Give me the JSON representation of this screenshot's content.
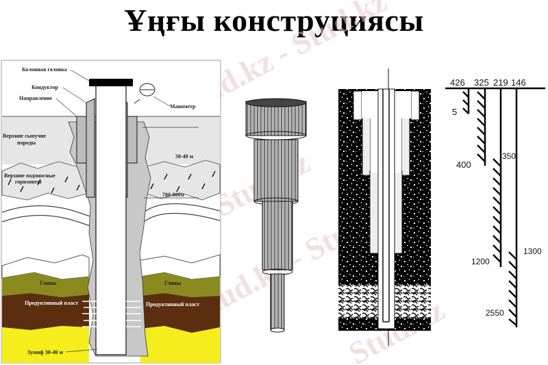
{
  "title": "Ұңғы конструциясы",
  "watermark": "Stud.kz - Stud.kz",
  "left_diagram": {
    "labels": {
      "column_head": "Колонная головка",
      "conductor": "Кондуктор",
      "direction": "Направление",
      "manometer": "Манометр",
      "upper_loose_rocks_1": "Верхние сыпучие",
      "upper_loose_rocks_2": "породы",
      "depth_30_40": "30-40 м",
      "aquifers_1": "Верхние водоносные",
      "aquifers_2": "горизонты",
      "depth_700_800": "700-800м",
      "clays_left": "Глины",
      "clays_right": "Глины",
      "productive_left": "Продуктивный пласт",
      "productive_right": "Продуктивный пласт",
      "sump": "Зумпф 30-40 м"
    },
    "colors": {
      "loose_rocks": "#e6e6e6",
      "casing": "#bdbdbd",
      "clay": "#8a8a1e",
      "productive": "#5a2e0e",
      "sump_zone": "#f5ee1c"
    }
  },
  "right_schematic": {
    "diameters": [
      "426",
      "325",
      "219",
      "146"
    ],
    "depths": {
      "d426": "5",
      "d325": "400",
      "d219_top": "350",
      "d219_bottom": "1200",
      "d146_top": "1300",
      "d146_bottom": "2550"
    }
  }
}
